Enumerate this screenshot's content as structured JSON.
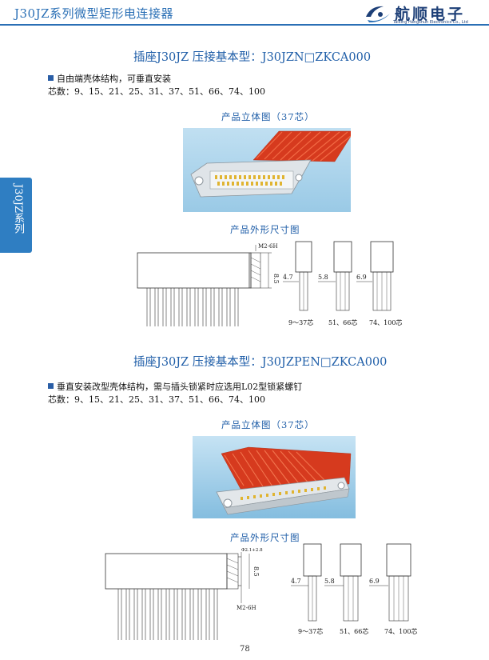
{
  "header": {
    "series_title": "J30JZ系列微型矩形电连接器",
    "brand_name": "航顺电子",
    "brand_english": "Taixing Hangshun Electronics Co., Ltd"
  },
  "side_tab": {
    "label": "J30JZ系列"
  },
  "sections": [
    {
      "title": "插座J30JZ 压接基本型：J30JZN□ZKCA000",
      "feature": "自由端壳体结构，可垂直安装",
      "pins": "芯数：9、15、21、25、31、37、51、66、74、100",
      "view_caption": "产品立体图（37芯）",
      "dim_caption": "产品外形尺寸图",
      "dims": {
        "thread": "M2-6H",
        "height": "8.5"
      },
      "variants": [
        {
          "width": "4.7",
          "label": "9～37芯"
        },
        {
          "width": "5.8",
          "label": "51、66芯"
        },
        {
          "width": "6.9",
          "label": "74、100芯"
        }
      ]
    },
    {
      "title": "插座J30JZ 压接基本型：J30JZPEN□ZKCA000",
      "feature": "垂直安装改型壳体结构，需与插头锁紧时应选用L02型锁紧螺钉",
      "pins": "芯数：9、15、21、25、31、37、51、66、74、100",
      "view_caption": "产品立体图（37芯）",
      "dim_caption": "产品外形尺寸图",
      "dims": {
        "hole": "Φ2.1+2.8",
        "thread": "M2-6H",
        "height": "8.5"
      },
      "variants": [
        {
          "width": "4.7",
          "label": "9～37芯"
        },
        {
          "width": "5.8",
          "label": "51、66芯"
        },
        {
          "width": "6.9",
          "label": "74、100芯"
        }
      ]
    }
  ],
  "footer": {
    "page_number": "78"
  },
  "colors": {
    "accent": "#2a6fb5",
    "wire_red": "#d63a1e",
    "photo_bg": "#a9d3ec",
    "gold": "#e0b431"
  }
}
